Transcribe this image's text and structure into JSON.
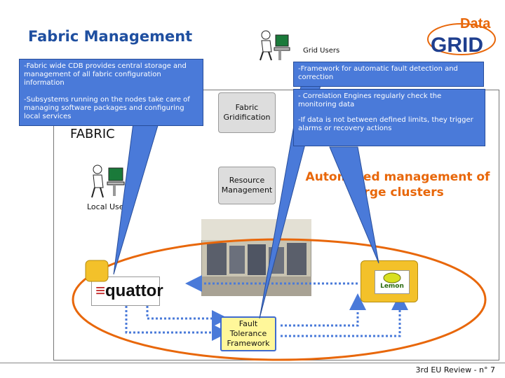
{
  "slide": {
    "title": "Fabric Management",
    "footer": "3rd EU Review - n° 7",
    "logo_top": "Data",
    "logo_bottom": "GRID",
    "grid_users": "Grid Users",
    "local_users": "Local User",
    "fabric_label": "FABRIC",
    "box_gridification": "Fabric Gridification",
    "box_resource": "Resource Management",
    "box_fault": "Fault Tolerance Framework",
    "automated": "Automated management of large clusters",
    "quattor": "quattor",
    "lemon": "Lemon"
  },
  "callouts": {
    "left": [
      "-Fabric wide CDB provides central storage and management of all fabric configuration information",
      "-Subsystems running on the nodes take care of managing software packages and configuring local services"
    ],
    "right_top": "-Framework for automatic fault detection and correction",
    "right_bottom": [
      "- Correlation Engines regularly check the monitoring data",
      "-If data is not between defined limits, they trigger alarms or recovery actions"
    ]
  },
  "colors": {
    "title": "#1f4fa0",
    "callout": "#4a7ad9",
    "accent_orange": "#e8670a",
    "ellipse": "#e8670a",
    "node_yellow": "#f3c12a",
    "arrow_blue": "#4a7ad9"
  },
  "icons": [
    "user-at-computer-icon",
    "quattor-logo-icon",
    "lemon-logo-icon",
    "datagrid-logo-icon",
    "computer-room-photo"
  ]
}
